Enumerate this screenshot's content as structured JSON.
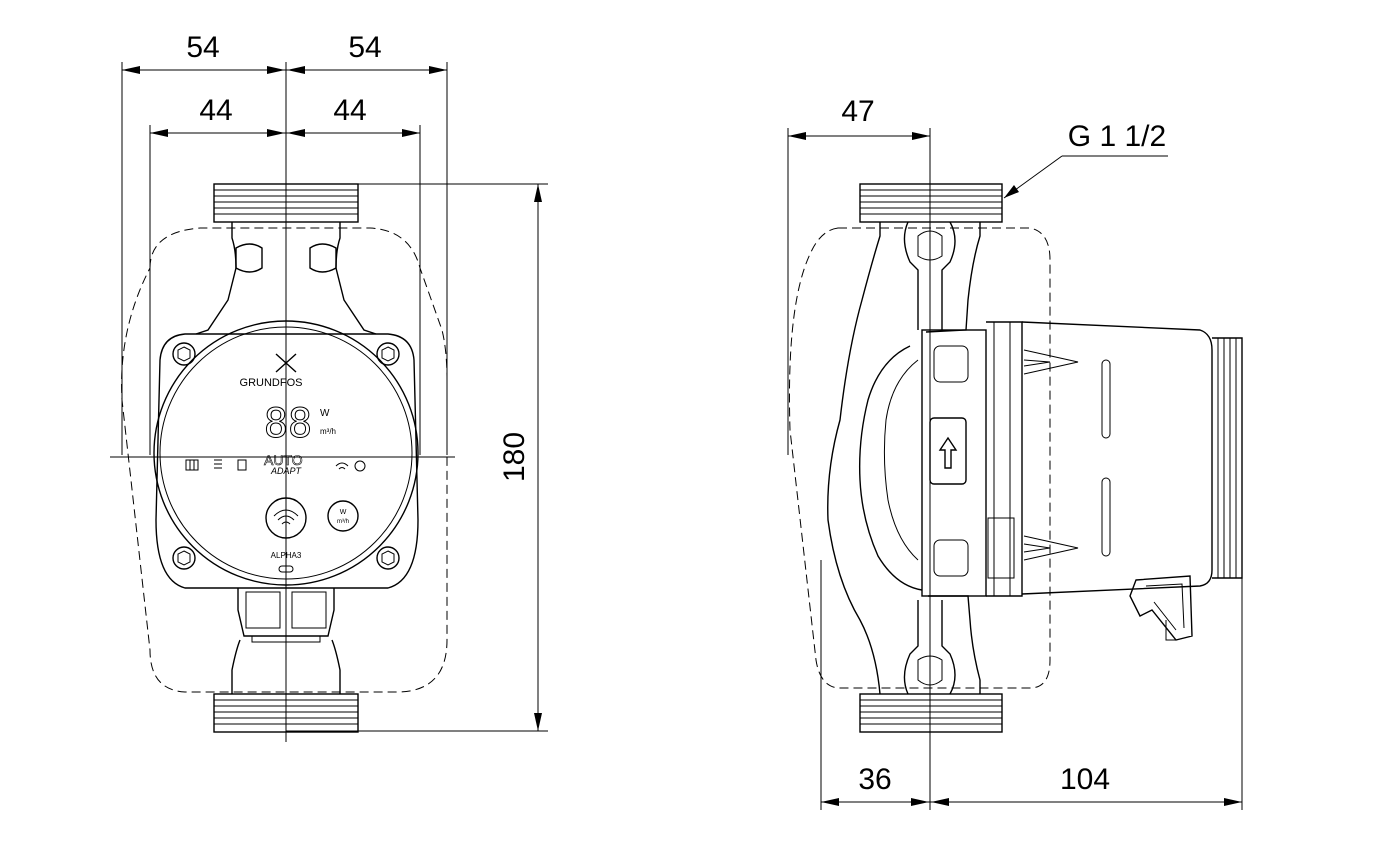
{
  "front_view": {
    "dims": {
      "top_left_outer": "54",
      "top_right_outer": "54",
      "top_left_inner": "44",
      "top_right_inner": "44",
      "height": "180"
    },
    "panel": {
      "brand": "GRUNDFOS",
      "display_digits": "88",
      "unit_power": "W",
      "unit_flow": "m³/h",
      "auto_label": "AUTO",
      "adapt_label": "ADAPT",
      "button_unit_top": "W",
      "button_unit_bottom": "m³/h",
      "model": "ALPHA3"
    }
  },
  "side_view": {
    "dims": {
      "top_offset": "47",
      "thread": "G 1 1/2",
      "bottom_left": "36",
      "bottom_right": "104"
    }
  }
}
